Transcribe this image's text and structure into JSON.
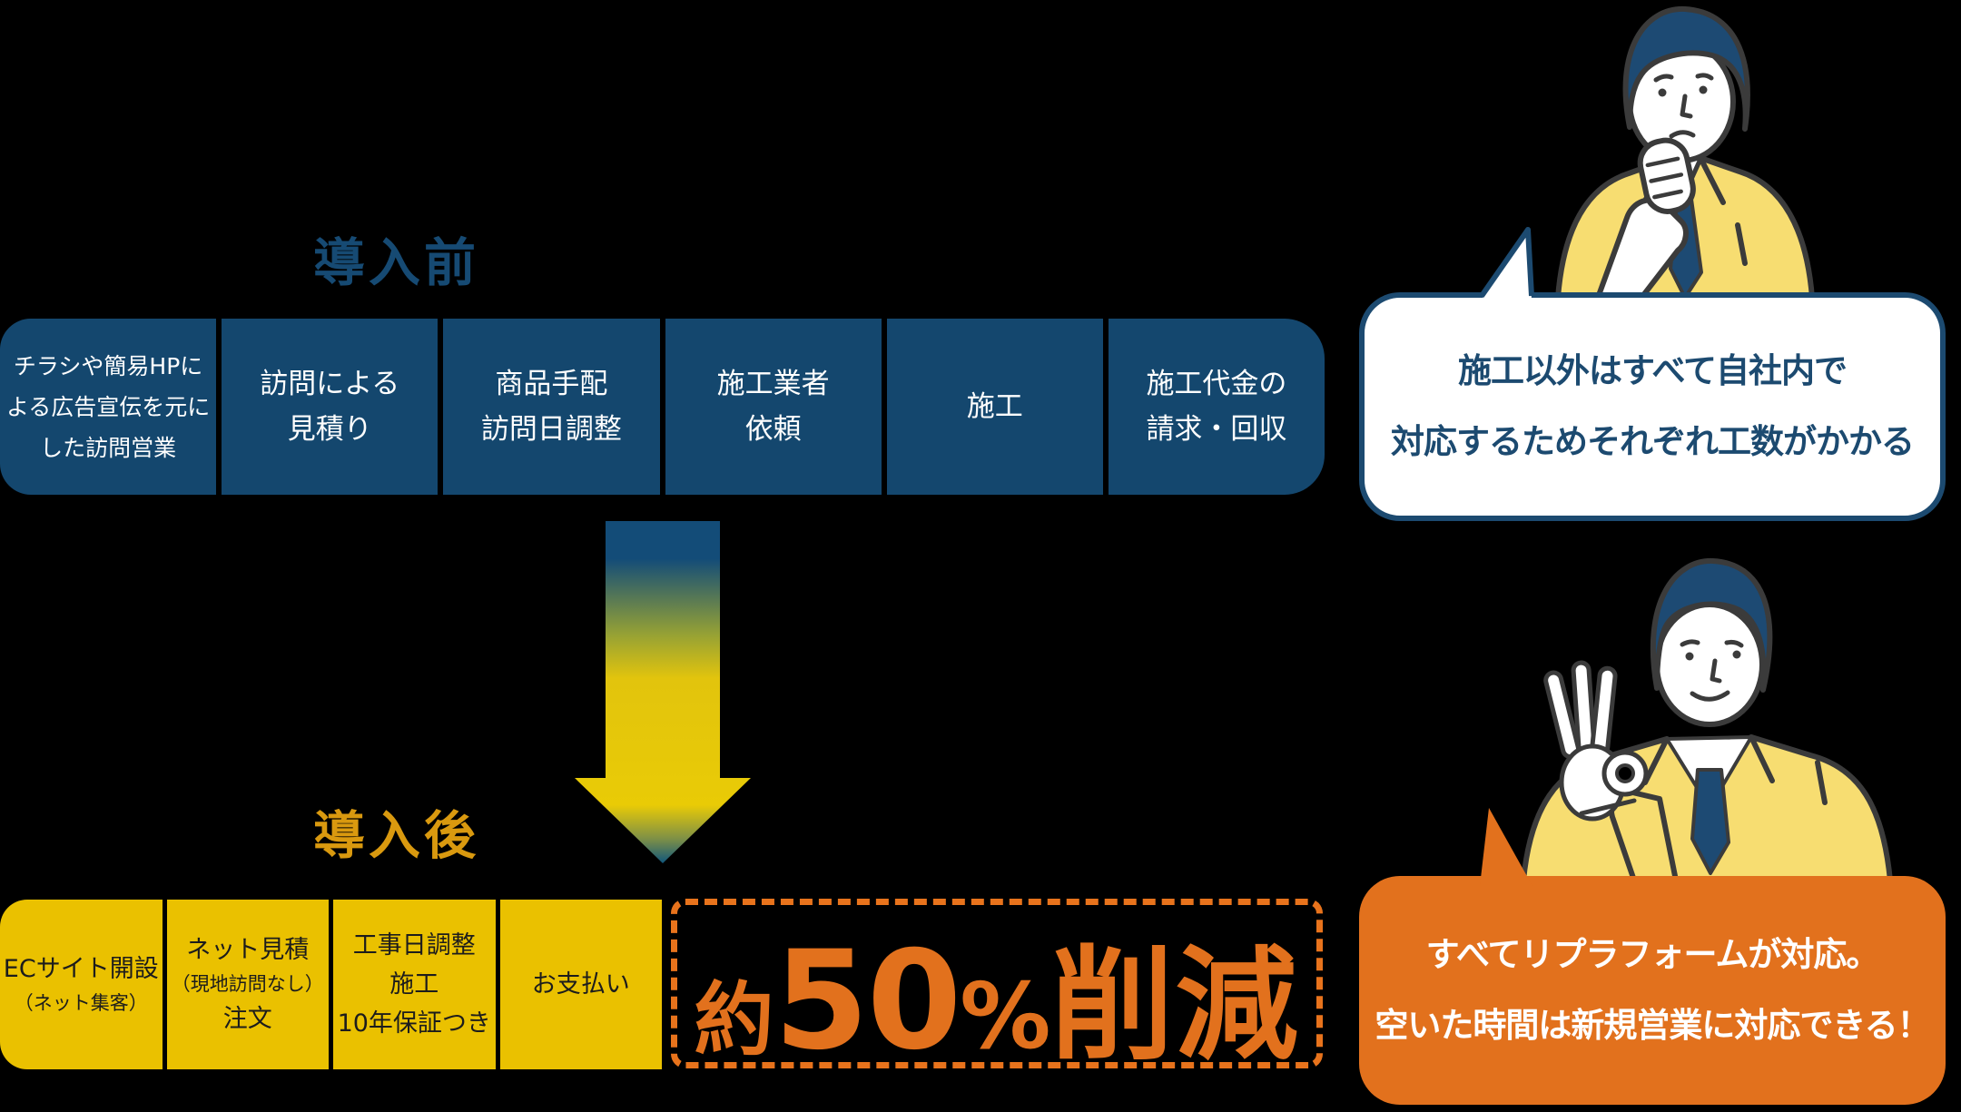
{
  "colors": {
    "background": "#000000",
    "navy_box": "#14476e",
    "navy_text": "#164a73",
    "yellow_box": "#eac100",
    "amber_title": "#d9990f",
    "orange": "#e2711d",
    "bubble_border_navy": "#1c4a70",
    "jacket_yellow": "#f7dd71",
    "hair_navy": "#1d4a73"
  },
  "before": {
    "title": "導入前",
    "steps": [
      [
        "チラシや簡易HPに",
        "よる広告宣伝を元に",
        "した訪問営業"
      ],
      [
        "訪問による",
        "見積り"
      ],
      [
        "商品手配",
        "訪問日調整"
      ],
      [
        "施工業者",
        "依頼"
      ],
      [
        "施工"
      ],
      [
        "施工代金の",
        "請求・回収"
      ]
    ],
    "bubble": [
      "施工以外はすべて自社内で",
      "対応するためそれぞれ工数がかかる"
    ]
  },
  "after": {
    "title": "導入後",
    "steps": [
      [
        "ECサイト開設",
        "（ネット集客）"
      ],
      [
        "ネット見積",
        "（現地訪問なし）",
        "注文"
      ],
      [
        "工事日調整",
        "施工",
        "10年保証つき"
      ],
      [
        "お支払い"
      ]
    ],
    "reduction": {
      "prefix": "約",
      "value": "50",
      "unit": "%",
      "suffix": "削減"
    },
    "bubble": [
      "すべてリプラフォームが対応。",
      "空いた時間は新規営業に対応できる！"
    ]
  },
  "icons": {
    "arrow": "gradient-down-arrow",
    "character_top": "worried-businessman-illustration",
    "character_bottom": "ok-sign-businessman-illustration"
  }
}
